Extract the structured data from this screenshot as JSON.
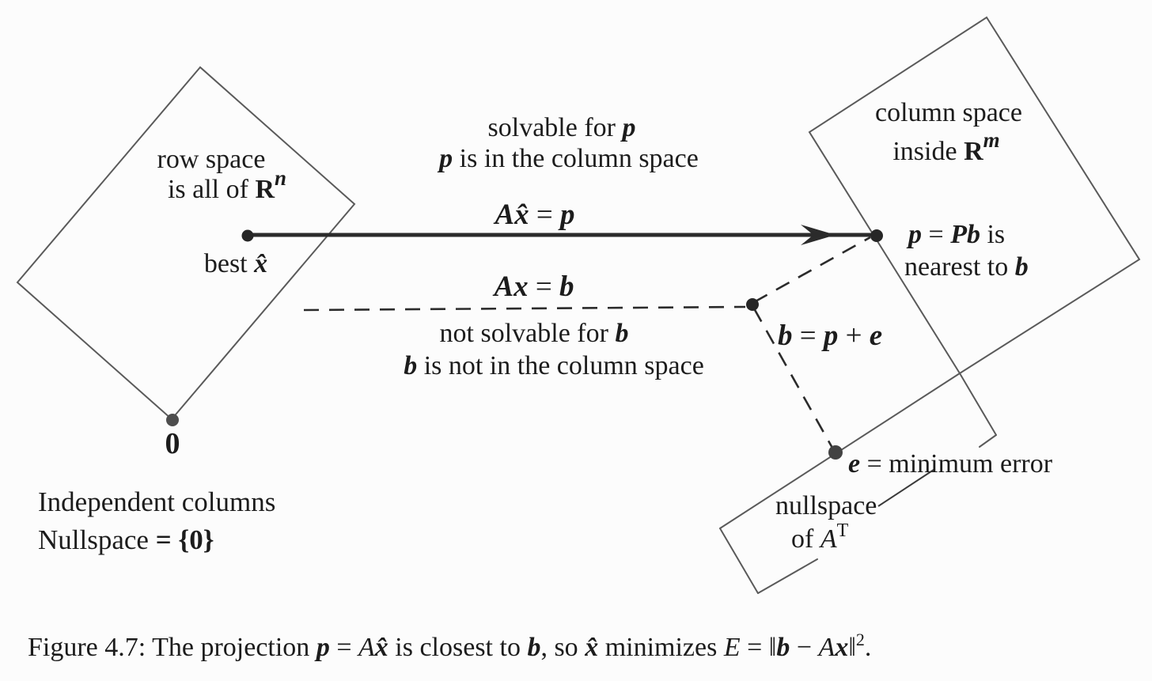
{
  "colors": {
    "background": "#fcfcfc",
    "ink": "#1c1c1c",
    "shape_stroke": "#5a5a5a",
    "arrow_stroke": "#2b2b2b"
  },
  "row_space": {
    "line1": "row space",
    "line2_prefix": "is all of ",
    "line2_R": "R",
    "line2_sup": "n",
    "best_prefix": "best ",
    "best_xhat": "x̂",
    "zero_label": "0"
  },
  "left_notes": {
    "independent": "Independent columns",
    "nullspace_prefix": "Nullspace ",
    "nullspace_set": "= {0}"
  },
  "middle": {
    "solvable_prefix": "solvable for ",
    "solvable_p": "p",
    "incol_p": "p",
    "incol_rest": " is in the column space",
    "eq_solid_lhs": "Ax̂",
    "eq_solid_eq": " = ",
    "eq_solid_rhs": "p",
    "eq_dashed_lhs": "Ax",
    "eq_dashed_eq": " = ",
    "eq_dashed_rhs": "b",
    "notsolvable_prefix": "not solvable for ",
    "notsolvable_b": "b",
    "notincol_b": "b",
    "notincol_rest": " is not in the column space"
  },
  "column_space": {
    "line1": "column space",
    "line2_prefix": "inside ",
    "line2_R": "R",
    "line2_sup": "m",
    "p_eq_p": "p",
    "p_eq_eq": " = ",
    "p_eq_Pb": "Pb",
    "p_eq_is": " is",
    "nearest_prefix": "nearest to ",
    "nearest_b": "b"
  },
  "b_region": {
    "b": "b",
    "eq1": " = ",
    "p": "p",
    "plus": " + ",
    "e": "e"
  },
  "nullspace_region": {
    "e": "e",
    "e_rest": " = minimum error",
    "line1": "nullspace",
    "line2_prefix": "of ",
    "line2_A": "A",
    "line2_sup": "T"
  },
  "caption": {
    "parts": [
      {
        "t": "Figure 4.7: The projection ",
        "s": "r"
      },
      {
        "t": "p",
        "s": "bi"
      },
      {
        "t": " = ",
        "s": "r"
      },
      {
        "t": "A",
        "s": "i"
      },
      {
        "t": "x̂",
        "s": "bi"
      },
      {
        "t": " is closest to ",
        "s": "r"
      },
      {
        "t": "b",
        "s": "bi"
      },
      {
        "t": ", so ",
        "s": "r"
      },
      {
        "t": "x̂",
        "s": "bi"
      },
      {
        "t": " minimizes ",
        "s": "r"
      },
      {
        "t": "E",
        "s": "i"
      },
      {
        "t": " = ‖",
        "s": "r"
      },
      {
        "t": "b",
        "s": "bi"
      },
      {
        "t": " − ",
        "s": "r"
      },
      {
        "t": "A",
        "s": "i"
      },
      {
        "t": "x",
        "s": "bi"
      },
      {
        "t": "‖",
        "s": "r"
      },
      {
        "t": "2",
        "s": "sup"
      },
      {
        "t": ".",
        "s": "r"
      }
    ]
  }
}
